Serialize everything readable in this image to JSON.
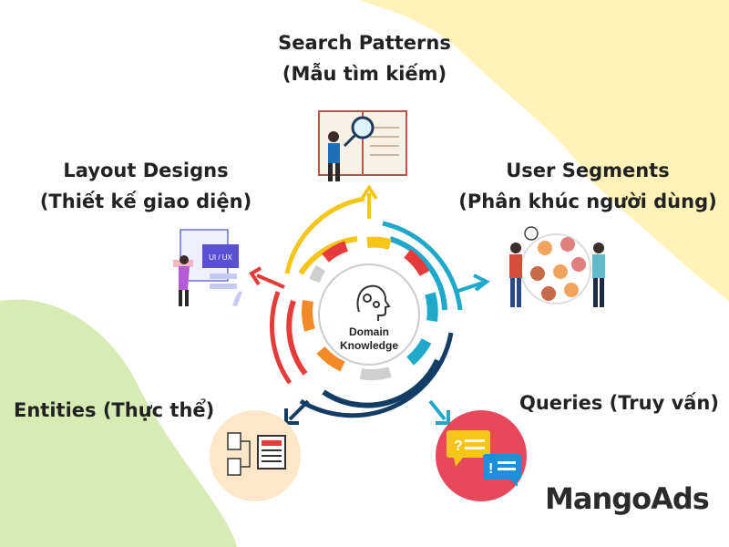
{
  "center": {
    "line1": "Domain",
    "line2": "Knowledge"
  },
  "nodes": {
    "search": {
      "line1": "Search Patterns",
      "line2": "(Mẫu tìm kiếm)"
    },
    "users": {
      "line1": "User Segments",
      "line2": "(Phân khúc người dùng)"
    },
    "layout": {
      "line1": "Layout Designs",
      "line2": "(Thiết kế giao diện)"
    },
    "entities": {
      "line1": "Entities (Thực thể)"
    },
    "queries": {
      "line1": "Queries (Truy vấn)"
    }
  },
  "illustration": {
    "uiux_tag": "UI / UX"
  },
  "brand": {
    "logo": "MangoAds"
  },
  "colors": {
    "yellow": "#f5c518",
    "teal": "#1fa8c9",
    "navy": "#143d66",
    "red": "#e63b3b",
    "orange": "#f28a28",
    "gray": "#cfcfcf",
    "bg_yellow": "#fff2b3",
    "bg_green": "#d6eab0"
  }
}
